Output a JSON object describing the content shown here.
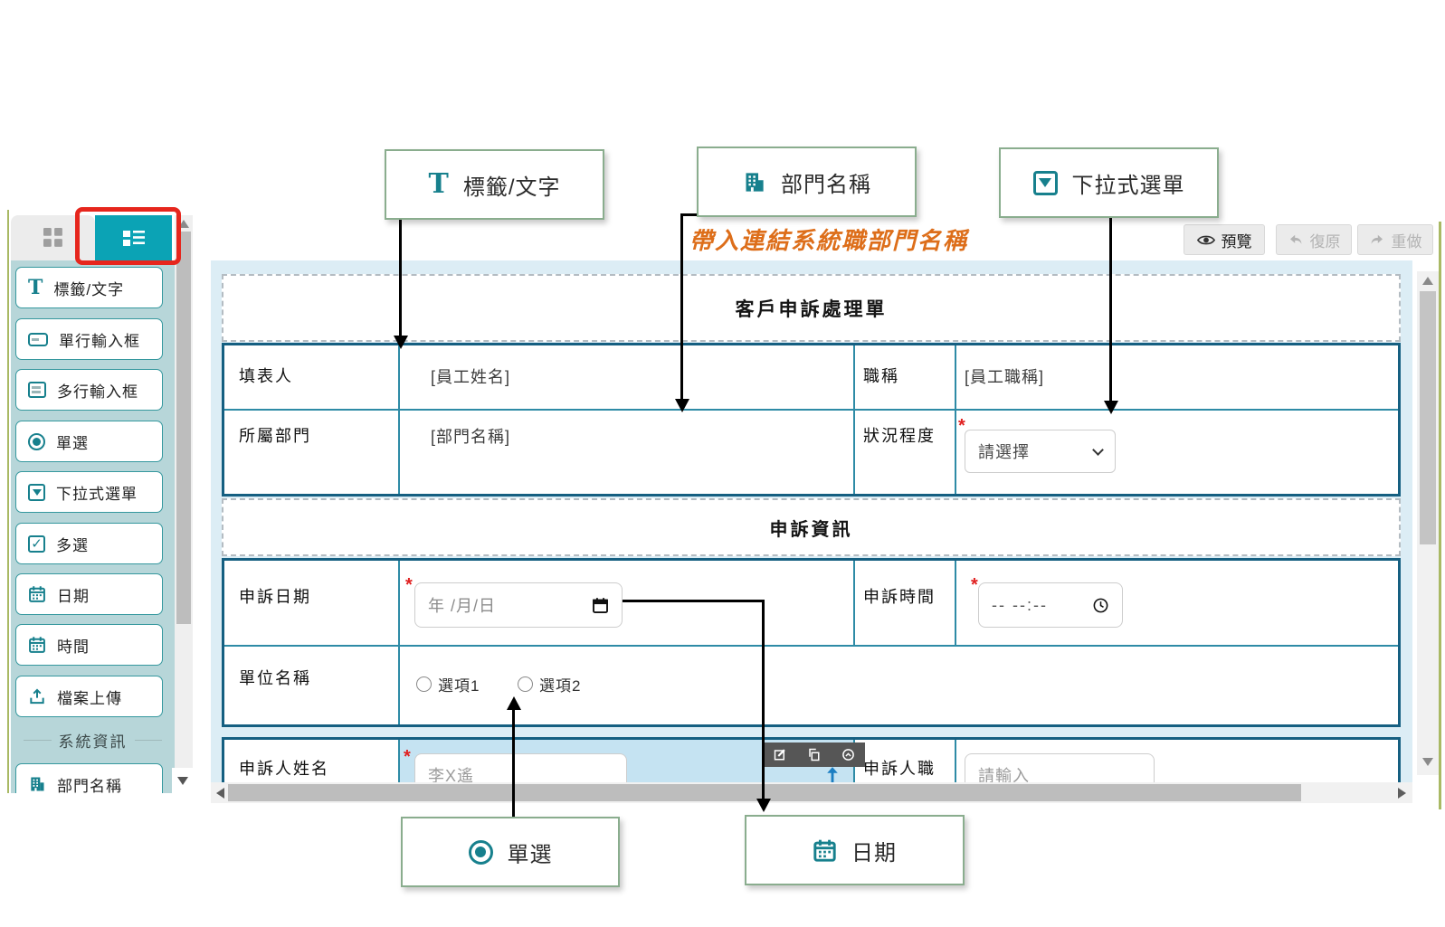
{
  "sidebar": {
    "items": [
      {
        "icon": "text-icon",
        "label": "標籤/文字"
      },
      {
        "icon": "single-line-input-icon",
        "label": "單行輸入框"
      },
      {
        "icon": "multi-line-input-icon",
        "label": "多行輸入框"
      },
      {
        "icon": "radio-icon",
        "label": "單選"
      },
      {
        "icon": "dropdown-icon",
        "label": "下拉式選單"
      },
      {
        "icon": "checkbox-icon",
        "label": "多選"
      },
      {
        "icon": "calendar-icon",
        "label": "日期"
      },
      {
        "icon": "calendar-icon",
        "label": "時間"
      },
      {
        "icon": "upload-icon",
        "label": "檔案上傳"
      }
    ],
    "section_divider": "系統資訊",
    "system_items": [
      {
        "icon": "building-icon",
        "label": "部門名稱"
      }
    ]
  },
  "actions": {
    "preview": "預覽",
    "undo": "復原",
    "redo": "重做"
  },
  "callouts": {
    "label_text": "標籤/文字",
    "department": "部門名稱",
    "dropdown": "下拉式選單",
    "radio": "單選",
    "date": "日期",
    "annotation": "帶入連結系統職部門名稱"
  },
  "form": {
    "title": "客戶申訴處理單",
    "section2": "申訴資訊",
    "required_marker": "*",
    "filler": {
      "label": "填表人",
      "value": "[員工姓名]"
    },
    "job_title": {
      "label": "職稱",
      "value": "[員工職稱]"
    },
    "department": {
      "label": "所屬部門",
      "value": "[部門名稱]"
    },
    "severity": {
      "label": "狀況程度",
      "placeholder": "請選擇"
    },
    "complaint_date": {
      "label": "申訴日期",
      "placeholder": "年 /月/日"
    },
    "complaint_time": {
      "label": "申訴時間",
      "placeholder": "-- --:--"
    },
    "unit": {
      "label": "單位名稱",
      "options": [
        "選項1",
        "選項2"
      ]
    },
    "complainant_name": {
      "label": "申訴人姓名",
      "placeholder": "李X遙"
    },
    "complainant_title": {
      "label": "申訴人職",
      "placeholder": "請輸入"
    }
  },
  "colors": {
    "accent_teal": "#0ba3b5",
    "icon_teal": "#17808d",
    "table_border": "#155f81",
    "canvas_blue": "#dcedf5",
    "highlight_blue": "#c5e3f2",
    "callout_border": "#8aad8e",
    "annotation_orange": "#dd6e1a",
    "required_red": "#e02020",
    "red_frame": "#e6261d"
  }
}
